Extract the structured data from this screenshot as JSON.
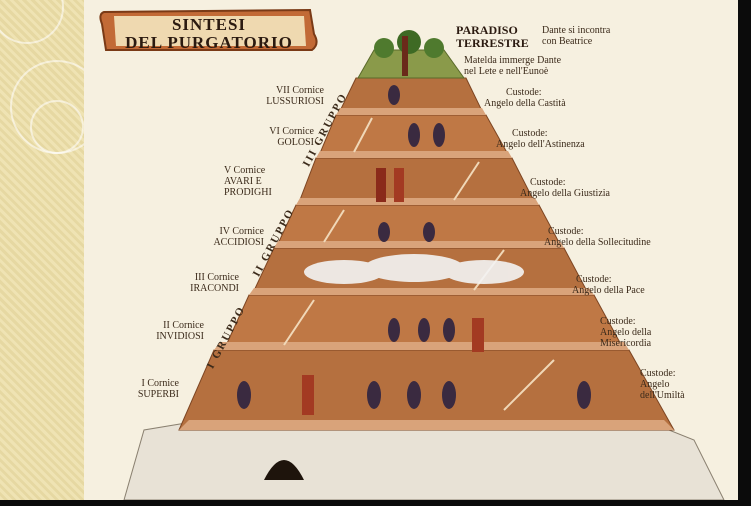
{
  "title": {
    "line1": "SINTESI",
    "line2": "DEL PURGATORIO"
  },
  "paradiso": {
    "title_line1": "PARADISO",
    "title_line2": "TERRESTRE",
    "note_line1": "Dante si incontra",
    "note_line2": "con Beatrice",
    "matelda_line1": "Matelda immerge Dante",
    "matelda_line2": "nel Lete e nell'Eunoè"
  },
  "cornici": [
    {
      "line1": "VII Cornice",
      "line2": "LUSSURIOSI",
      "custode1": "Custode:",
      "custode2": "Angelo della Castità"
    },
    {
      "line1": "VI Cornice",
      "line2": "GOLOSI",
      "custode1": "Custode:",
      "custode2": "Angelo dell'Astinenza"
    },
    {
      "line1": "V Cornice",
      "line2": "AVARI E",
      "line3": "PRODIGHI",
      "custode1": "Custode:",
      "custode2": "Angelo della Giustizia"
    },
    {
      "line1": "IV Cornice",
      "line2": "ACCIDIOSI",
      "custode1": "Custode:",
      "custode2": "Angelo della Sollecitudine"
    },
    {
      "line1": "III Cornice",
      "line2": "IRACONDI",
      "custode1": "Custode:",
      "custode2": "Angelo della Pace"
    },
    {
      "line1": "II Cornice",
      "line2": "INVIDIOSI",
      "custode1": "Custode:",
      "custode2": "Angelo della",
      "custode3": "Misericordia"
    },
    {
      "line1": "I Cornice",
      "line2": "SUPERBI",
      "custode1": "Custode:",
      "custode2": "Angelo",
      "custode3": "dell'Umiltà"
    }
  ],
  "gruppi": [
    "III GRUPPO",
    "II GRUPPO",
    "I GRUPPO"
  ],
  "colors": {
    "rock": "#b5703f",
    "rock_dark": "#7d4522",
    "ledge": "#d9a37a",
    "paper": "#f6f0e0",
    "text": "#3b2a1a",
    "banner": "#c26a36"
  }
}
